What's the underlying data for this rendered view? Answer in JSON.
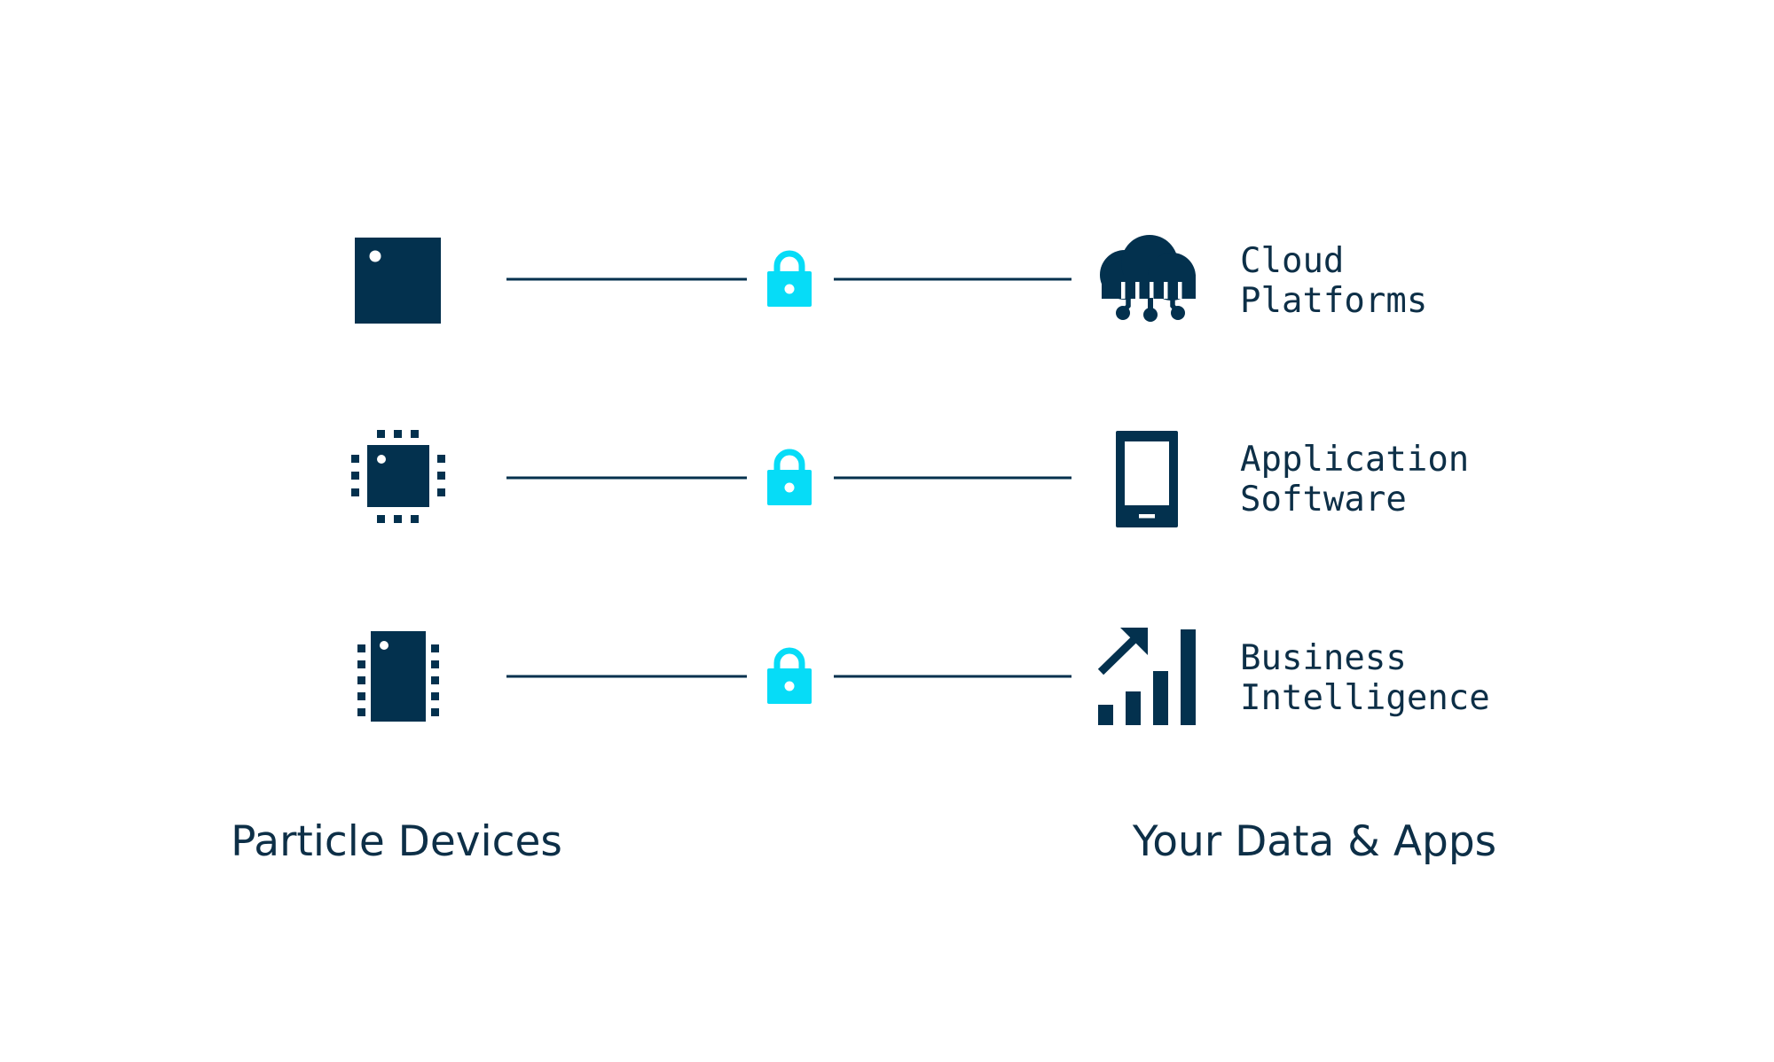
{
  "colors": {
    "navy": "#03314e",
    "text": "#0d2f47",
    "lock": "#06dcf7",
    "background": "#ffffff"
  },
  "rows": [
    {
      "device_icon": "square-chip-icon",
      "lock_icon": "padlock-icon",
      "service_icon": "cloud-circuit-icon",
      "label_line1": "Cloud",
      "label_line2": "Platforms"
    },
    {
      "device_icon": "microcontroller-chip-icon",
      "lock_icon": "padlock-icon",
      "service_icon": "smartphone-icon",
      "label_line1": "Application",
      "label_line2": "Software"
    },
    {
      "device_icon": "dip-chip-icon",
      "lock_icon": "padlock-icon",
      "service_icon": "growth-chart-icon",
      "label_line1": "Business",
      "label_line2": "Intelligence"
    }
  ],
  "captions": {
    "left": "Particle Devices",
    "right": "Your Data & Apps"
  }
}
